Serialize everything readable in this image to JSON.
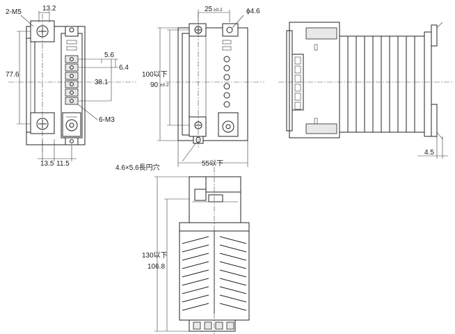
{
  "drawing": {
    "front_view": {
      "screw_label": "2-M5",
      "dim_top": "13.2",
      "dim_height": "77.6",
      "dim_pitch": "38.1",
      "dim_a": "5.6",
      "dim_b": "6.4",
      "terminal_label": "6-M3",
      "dim_bottom_left": "13.5",
      "dim_bottom_right": "11.5"
    },
    "mount_view": {
      "dim_hole_pitch": "25",
      "dim_hole_pitch_tol": "±0.2",
      "hole_dia": "ϕ4.6",
      "dim_height_max": "100以下",
      "dim_height_pitch": "90",
      "dim_height_pitch_tol": "±0.2",
      "slot_label": "4.6×5.6長円穴",
      "dim_width_max": "55以下"
    },
    "side_view": {
      "dim_offset": "4.5"
    },
    "top_view": {
      "dim_total": "130以下",
      "dim_body": "106.8"
    }
  }
}
